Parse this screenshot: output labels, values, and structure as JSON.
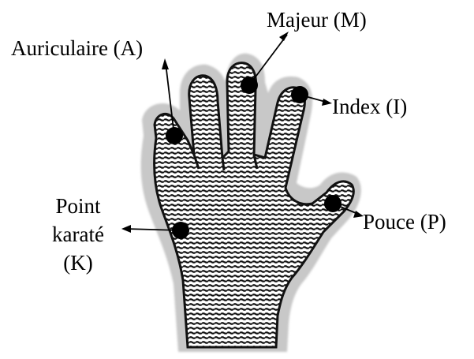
{
  "labels": {
    "majeur": "Majeur (M)",
    "auriculaire": "Auriculaire (A)",
    "index": "Index (I)",
    "karate_line1": "Point",
    "karate_line2": "karaté",
    "karate_line3": "(K)",
    "pouce": "Pouce (P)"
  },
  "colors": {
    "ink": "#000000",
    "halo": "#c8c8c8",
    "paper": "#ffffff"
  }
}
